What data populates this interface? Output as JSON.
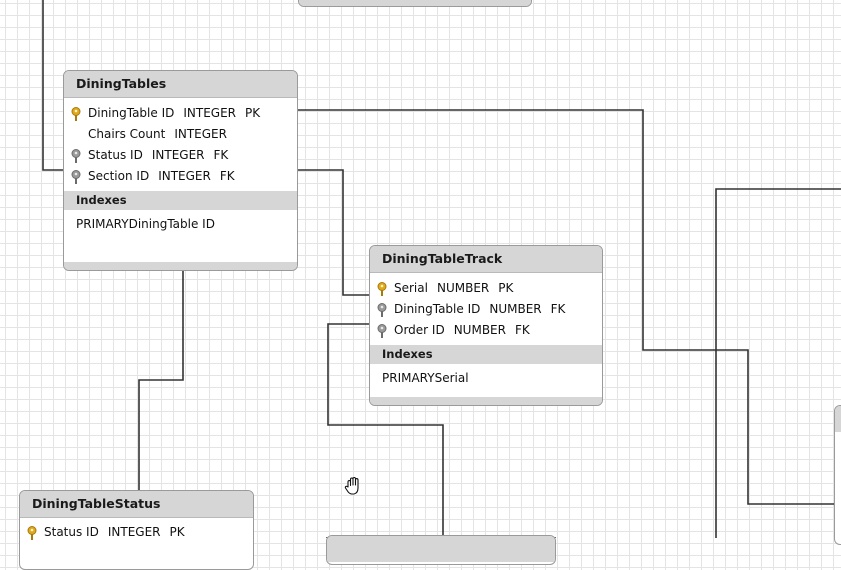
{
  "tables": {
    "dining_tables": {
      "name": "DiningTables",
      "columns": [
        {
          "name": "DiningTable ID",
          "type": "INTEGER",
          "key": "PK",
          "icon": "primary-key-icon"
        },
        {
          "name": "Chairs Count",
          "type": "INTEGER",
          "key": "",
          "icon": ""
        },
        {
          "name": "Status ID",
          "type": "INTEGER",
          "key": "FK",
          "icon": "foreign-key-icon"
        },
        {
          "name": "Section ID",
          "type": "INTEGER",
          "key": "FK",
          "icon": "foreign-key-icon"
        }
      ],
      "indexes_label": "Indexes",
      "index": {
        "name": "PRIMARY",
        "column": "DiningTable ID"
      }
    },
    "dining_table_track": {
      "name": "DiningTableTrack",
      "columns": [
        {
          "name": "Serial",
          "type": "NUMBER",
          "key": "PK",
          "icon": "primary-key-icon"
        },
        {
          "name": "DiningTable ID",
          "type": "NUMBER",
          "key": "FK",
          "icon": "foreign-key-icon"
        },
        {
          "name": "Order ID",
          "type": "NUMBER",
          "key": "FK",
          "icon": "foreign-key-icon"
        }
      ],
      "indexes_label": "Indexes",
      "index": {
        "name": "PRIMARY",
        "column": "Serial"
      }
    },
    "dining_table_status": {
      "name": "DiningTableStatus",
      "columns": [
        {
          "name": "Status ID",
          "type": "INTEGER",
          "key": "PK",
          "icon": "primary-key-icon"
        }
      ]
    }
  },
  "colors": {
    "header": "#d6d6d6",
    "connector": "#333333",
    "primary_key": "#e0a81c",
    "foreign_key": "#8c8c8c"
  },
  "cursor": {
    "icon": "hand-cursor-icon"
  }
}
